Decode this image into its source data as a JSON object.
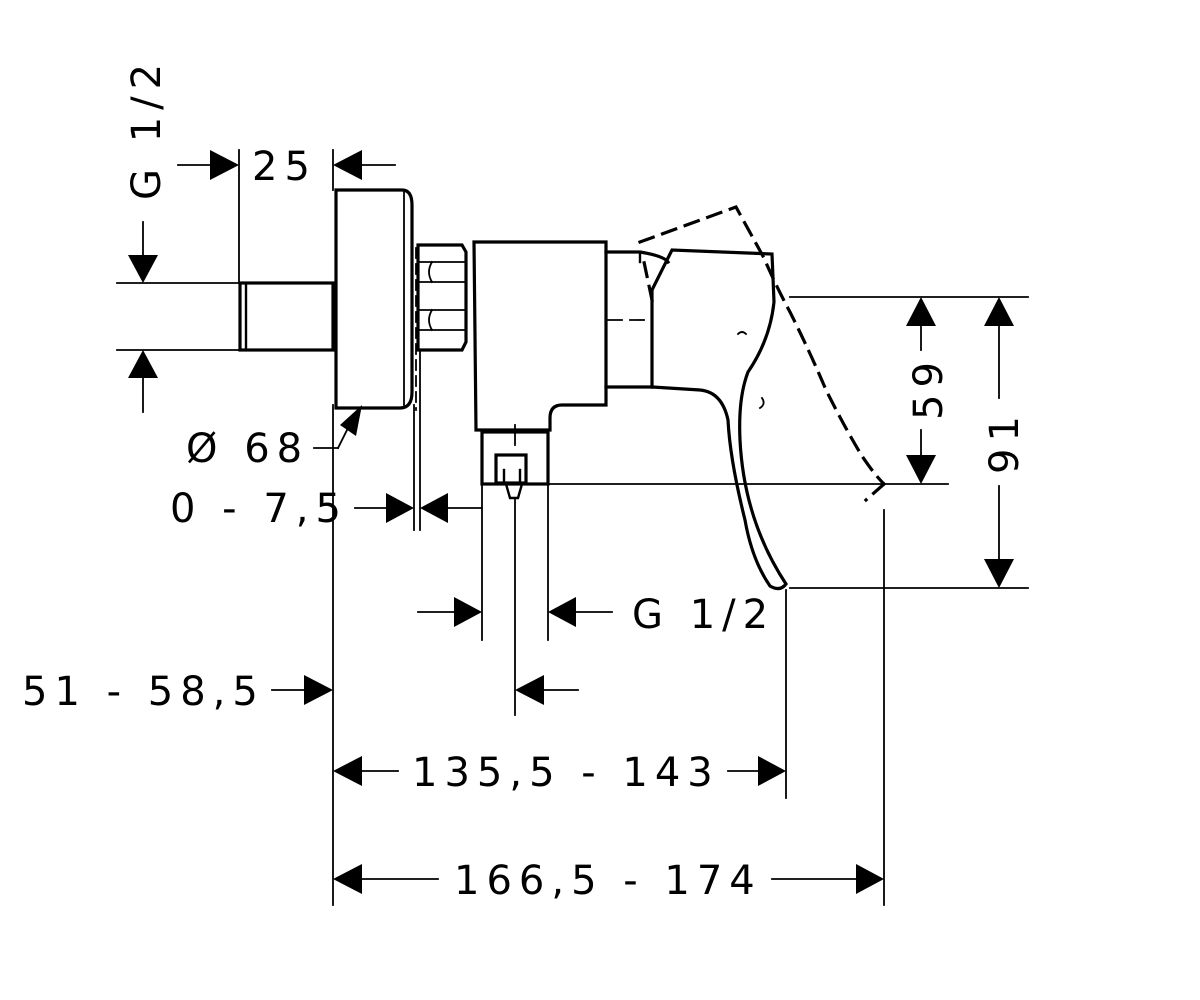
{
  "labels": {
    "pipe_thread_top": "G 1/2",
    "depth_25": "25",
    "rosette_dia": "Ø 68",
    "adjust_range": "0 - 7,5",
    "outlet_thread": "G 1/2",
    "wall_offset": "51 - 58,5",
    "length_min_max": "135,5 - 143",
    "length_total": "166,5 - 174",
    "height_59": "59",
    "height_91": "91"
  },
  "colors": {
    "line": "#000000",
    "background": "#ffffff"
  }
}
